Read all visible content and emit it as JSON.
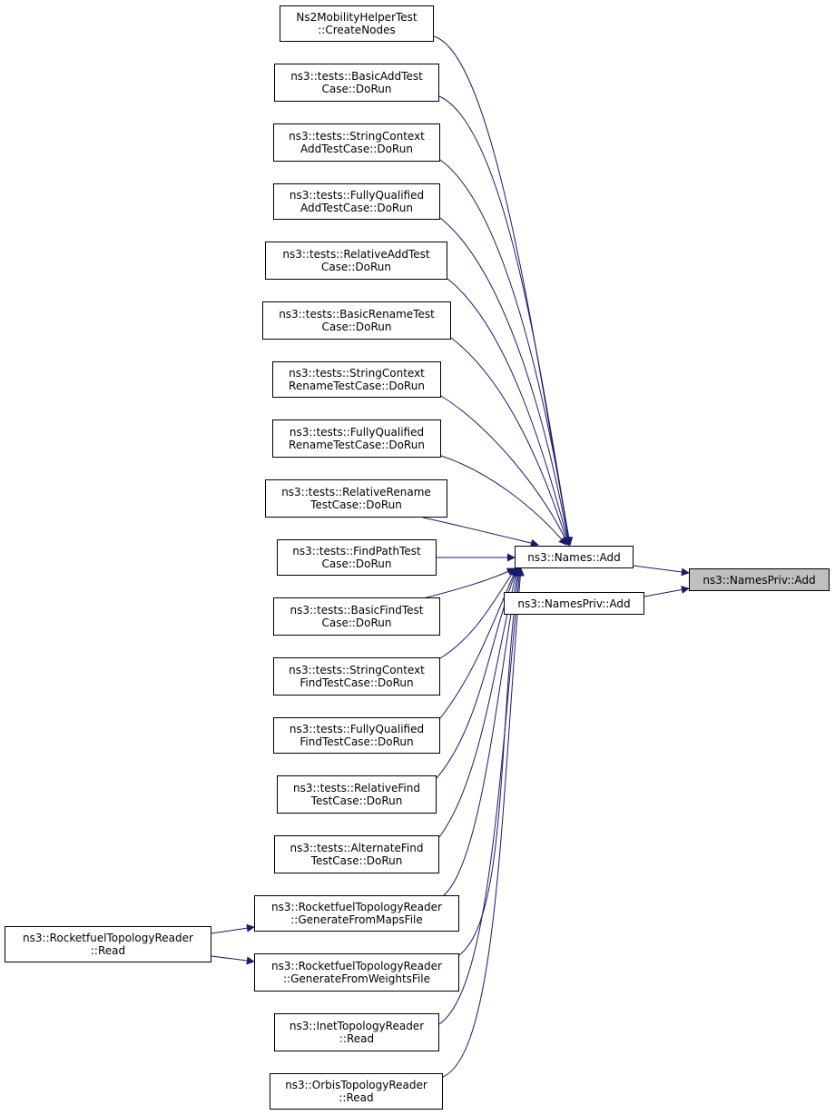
{
  "edge_color": "#191970",
  "target_fill": "#bfbfbf",
  "nodes": {
    "ns2mobility": [
      "Ns2MobilityHelperTest",
      "::CreateNodes"
    ],
    "basicadd": [
      "ns3::tests::BasicAddTest",
      "Case::DoRun"
    ],
    "stringctxadd": [
      "ns3::tests::StringContext",
      "AddTestCase::DoRun"
    ],
    "fqadd": [
      "ns3::tests::FullyQualified",
      "AddTestCase::DoRun"
    ],
    "reladd": [
      "ns3::tests::RelativeAddTest",
      "Case::DoRun"
    ],
    "basicrename": [
      "ns3::tests::BasicRenameTest",
      "Case::DoRun"
    ],
    "stringctxrename": [
      "ns3::tests::StringContext",
      "RenameTestCase::DoRun"
    ],
    "fqrename": [
      "ns3::tests::FullyQualified",
      "RenameTestCase::DoRun"
    ],
    "relrename": [
      "ns3::tests::RelativeRename",
      "TestCase::DoRun"
    ],
    "findpath": [
      "ns3::tests::FindPathTest",
      "Case::DoRun"
    ],
    "basicfind": [
      "ns3::tests::BasicFindTest",
      "Case::DoRun"
    ],
    "stringctxfind": [
      "ns3::tests::StringContext",
      "FindTestCase::DoRun"
    ],
    "fqfind": [
      "ns3::tests::FullyQualified",
      "FindTestCase::DoRun"
    ],
    "relfind": [
      "ns3::tests::RelativeFind",
      "TestCase::DoRun"
    ],
    "altfind": [
      "ns3::tests::AlternateFind",
      "TestCase::DoRun"
    ],
    "rfgenmaps": [
      "ns3::RocketfuelTopologyReader",
      "::GenerateFromMapsFile"
    ],
    "rfgenweights": [
      "ns3::RocketfuelTopologyReader",
      "::GenerateFromWeightsFile"
    ],
    "rfread": [
      "ns3::RocketfuelTopologyReader",
      "::Read"
    ],
    "inetread": [
      "ns3::InetTopologyReader",
      "::Read"
    ],
    "orbisread": [
      "ns3::OrbisTopologyReader",
      "::Read"
    ],
    "namesadd": [
      "ns3::Names::Add"
    ],
    "namesprivadd2": [
      "ns3::NamesPriv::Add"
    ],
    "namesprivadd": [
      "ns3::NamesPriv::Add"
    ]
  }
}
